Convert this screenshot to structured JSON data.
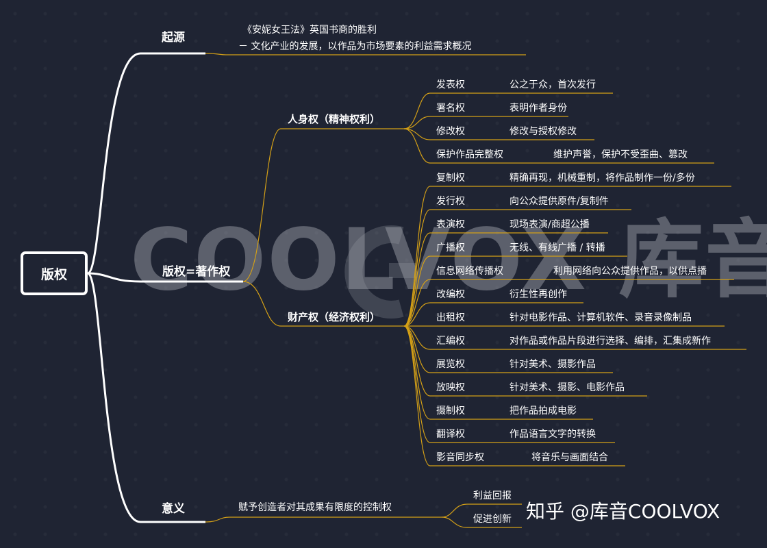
{
  "colors": {
    "background": "#1f2433",
    "branch_l1": "#ffffff",
    "branch_leaf": "#d4a017",
    "text": "#ffffff"
  },
  "watermark": {
    "text": "COOLVOX 库音",
    "icon": "coolvox-logo-icon"
  },
  "root": {
    "label": "版权"
  },
  "origin": {
    "label": "起源",
    "line1": "《安妮女王法》英国书商的胜利",
    "line2": "－ 文化产业的发展，以作品为市场要素的利益需求概况"
  },
  "copyright": {
    "label": "版权=著作权",
    "personal": {
      "label": "人身权（精神权利）",
      "items": [
        {
          "name": "发表权",
          "desc": "公之于众，首次发行"
        },
        {
          "name": "署名权",
          "desc": "表明作者身份"
        },
        {
          "name": "修改权",
          "desc": "修改与授权修改"
        },
        {
          "name": "保护作品完整权",
          "desc": "维护声誉，保护不受歪曲、篡改"
        }
      ]
    },
    "property": {
      "label": "财产权（经济权利）",
      "items": [
        {
          "name": "复制权",
          "desc": "精确再现，机械重制，将作品制作一份/多份"
        },
        {
          "name": "发行权",
          "desc": "向公众提供原件/复制件"
        },
        {
          "name": "表演权",
          "desc": "现场表演/商超公播"
        },
        {
          "name": "广播权",
          "desc": "无线、有线广播 / 转播"
        },
        {
          "name": "信息网络传播权",
          "desc": "利用网络向公众提供作品，以供点播"
        },
        {
          "name": "改编权",
          "desc": "衍生性再创作"
        },
        {
          "name": "出租权",
          "desc": "针对电影作品、计算机软件、录音录像制品"
        },
        {
          "name": "汇编权",
          "desc": "对作品或作品片段进行选择、编排，汇集成新作"
        },
        {
          "name": "展览权",
          "desc": "针对美术、摄影作品"
        },
        {
          "name": "放映权",
          "desc": "针对美术、摄影、电影作品"
        },
        {
          "name": "摄制权",
          "desc": "把作品拍成电影"
        },
        {
          "name": "翻译权",
          "desc": "作品语言文字的转换"
        },
        {
          "name": "影音同步权",
          "desc": "将音乐与画面结合"
        }
      ]
    }
  },
  "meaning": {
    "label": "意义",
    "desc": "赋予创造者对其成果有限度的控制权",
    "items": [
      "利益回报",
      "促进创新"
    ]
  },
  "credit": "知乎 @库音COOLVOX"
}
